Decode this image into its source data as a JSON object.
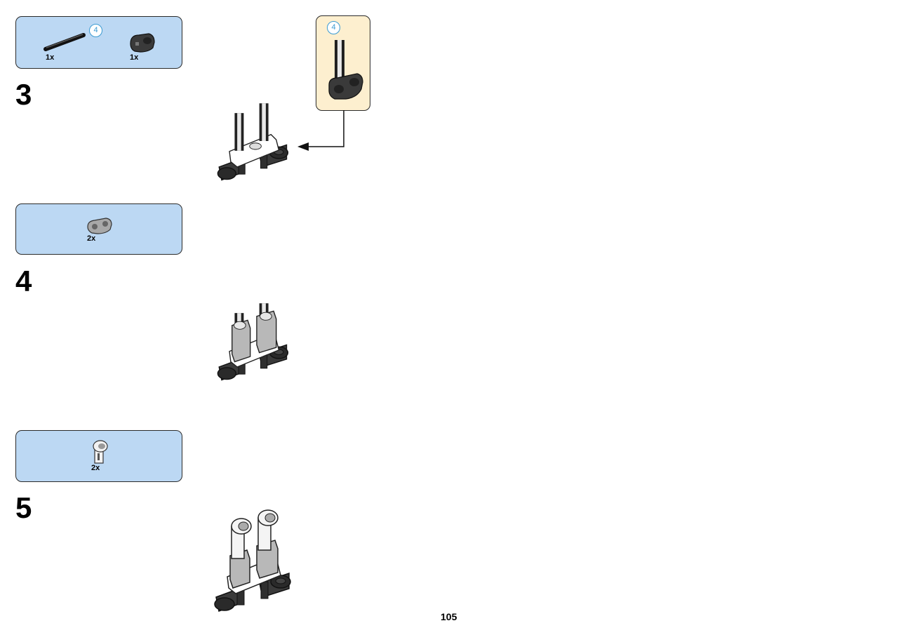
{
  "page": {
    "number": "105"
  },
  "steps": [
    {
      "number": "3",
      "parts": [
        {
          "name": "axle",
          "quantity": "1x",
          "color": "#222222"
        },
        {
          "name": "axle-connector",
          "quantity": "1x",
          "color": "#333333"
        }
      ],
      "callout_marker": "4"
    },
    {
      "number": "4",
      "parts": [
        {
          "name": "beam-connector",
          "quantity": "2x",
          "color": "#a8a8a8"
        }
      ]
    },
    {
      "number": "5",
      "parts": [
        {
          "name": "angle-connector",
          "quantity": "2x",
          "color": "#f2f2f2"
        }
      ]
    }
  ],
  "subassembly": {
    "marker": "4",
    "background": "#fdefcf"
  },
  "colors": {
    "parts_box": "#bcd8f3",
    "marker_ring": "#3a9ad2",
    "dark_part": "#333333"
  }
}
